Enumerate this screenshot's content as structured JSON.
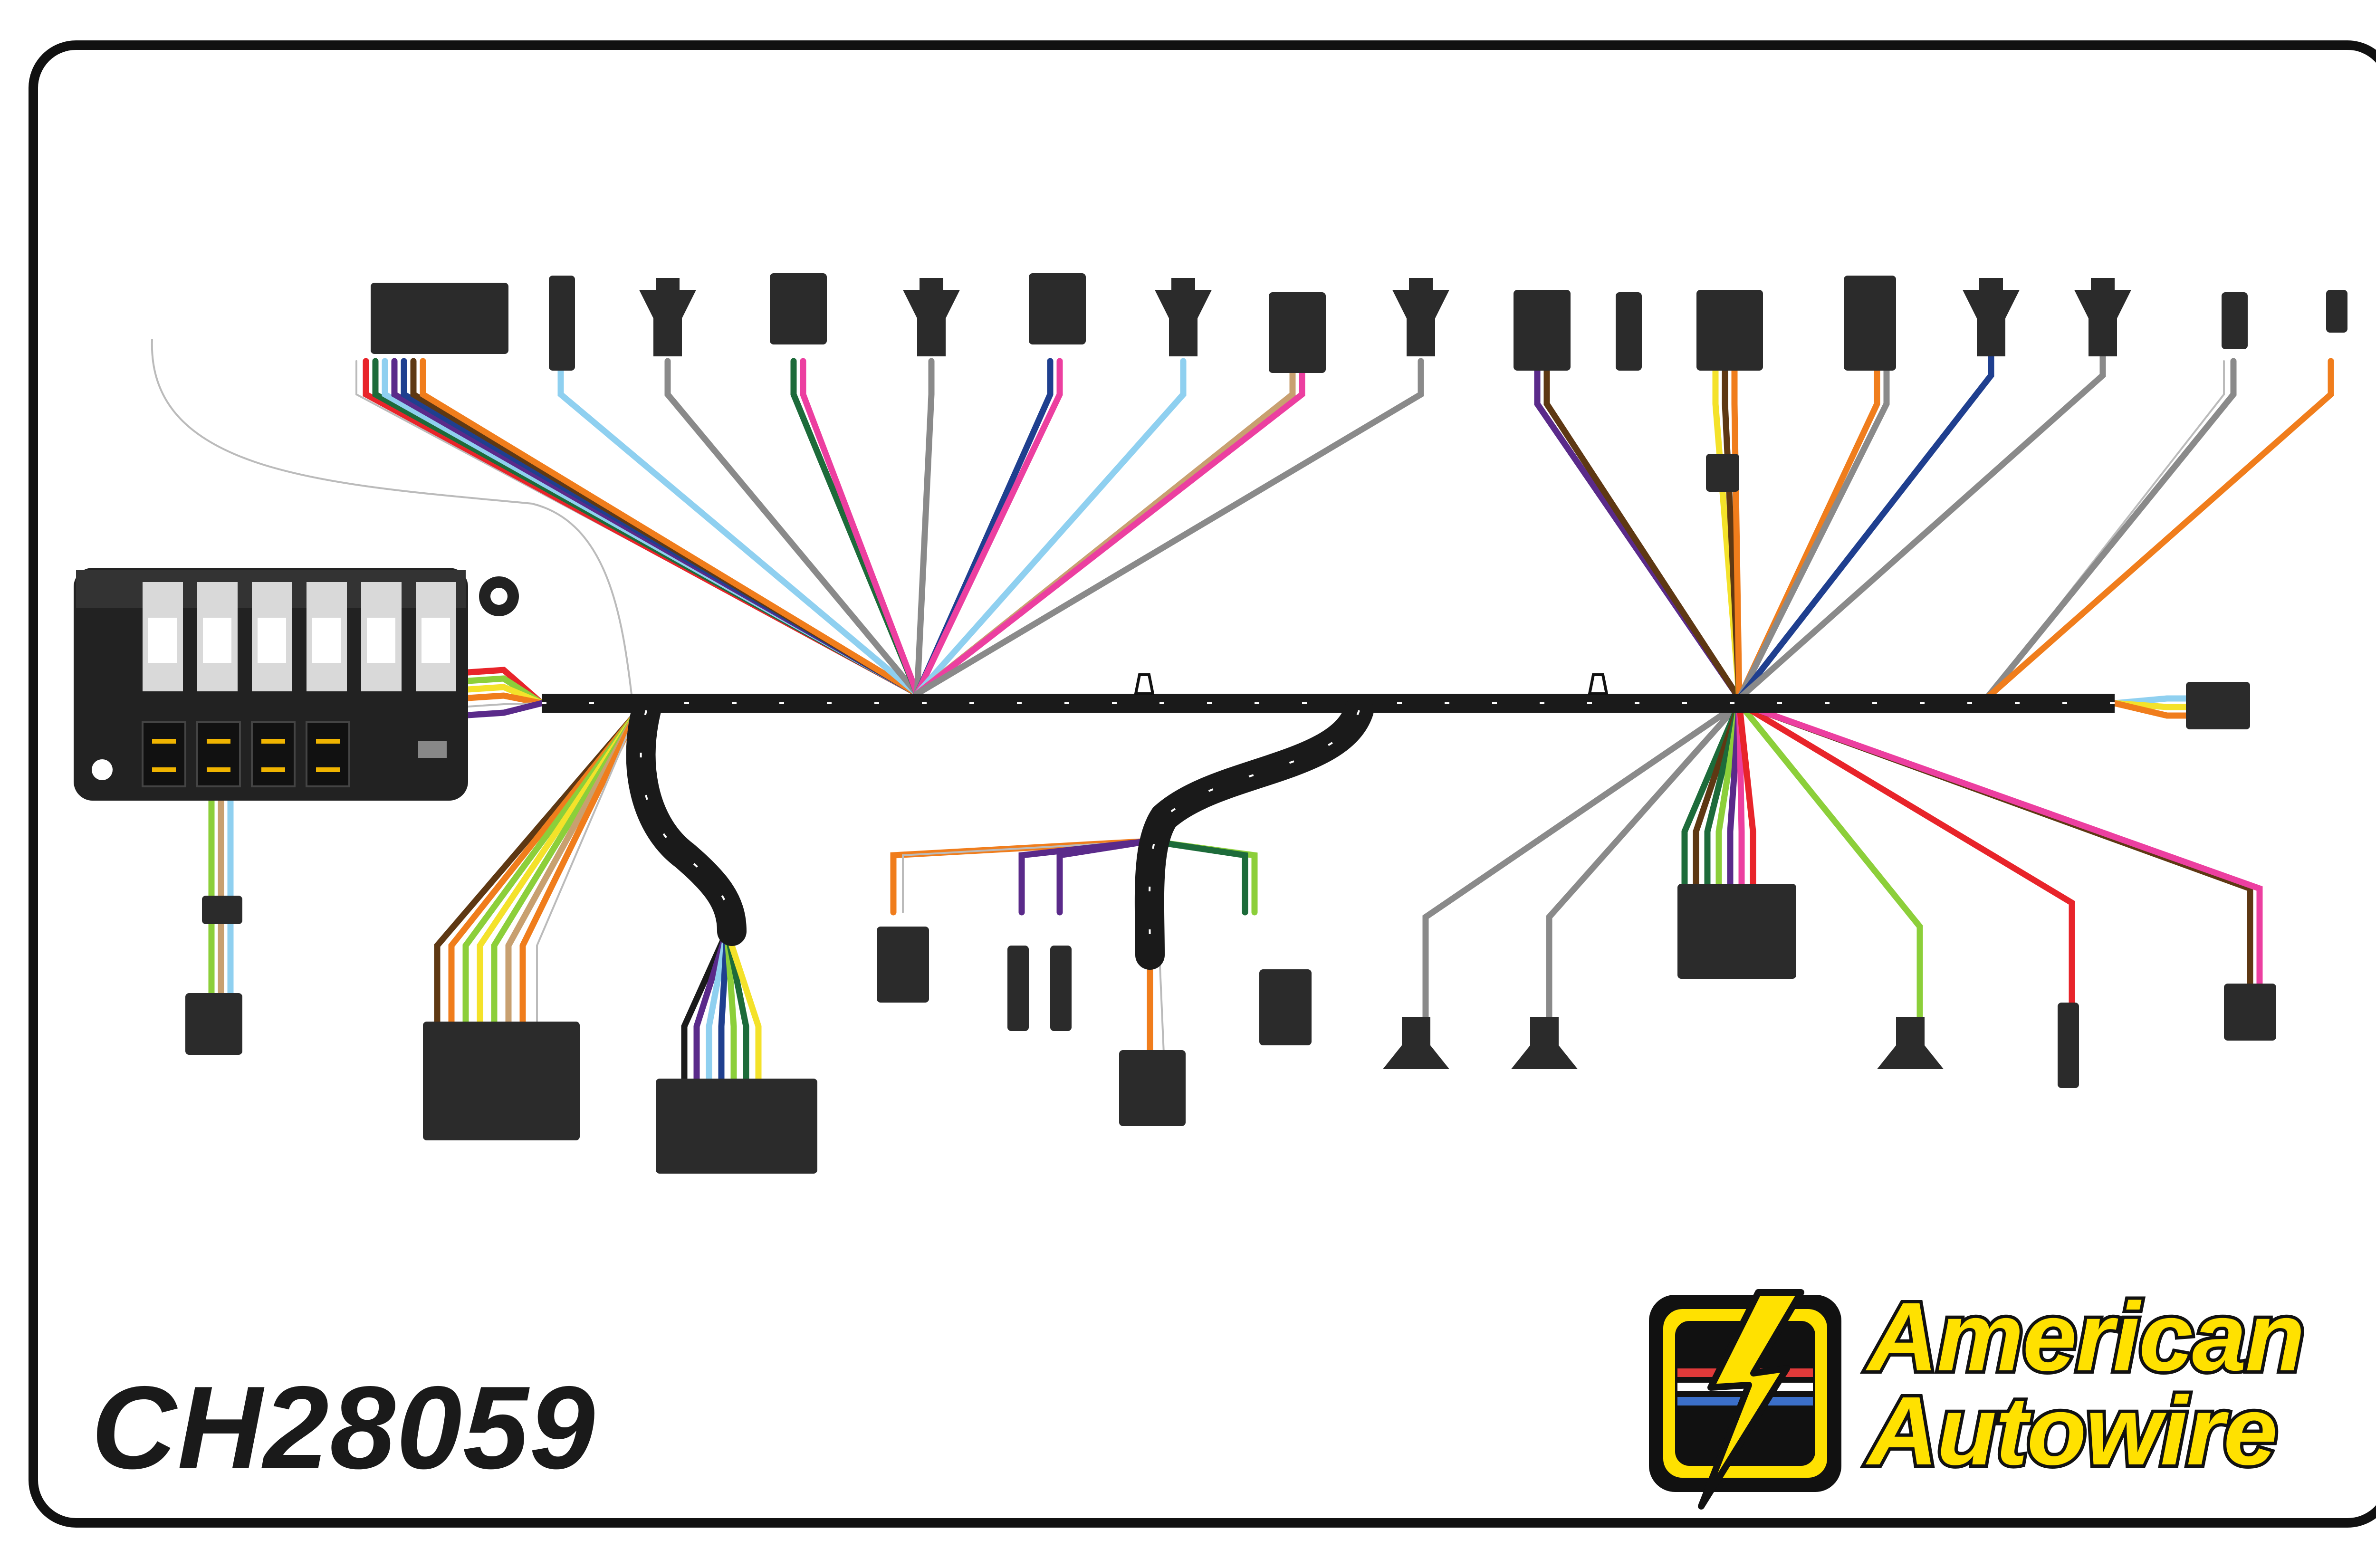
{
  "diagram": {
    "part_number": "CH28059",
    "brand": {
      "line1": "American",
      "line2": "Autowire",
      "primary_color": "#ffe100",
      "outline_color": "#111111",
      "badge_stripes": [
        "#e03a3a",
        "#3b6fc9"
      ]
    },
    "harness_color": "#1a1a1a",
    "connector_color": "#2b2b2b",
    "wire_colors": {
      "white": "#ffffff",
      "red": "#e8242a",
      "light_blue": "#8fd0f0",
      "blue": "#1f3f8f",
      "dark_green": "#1d6b3a",
      "light_green": "#8ccf3a",
      "yellow": "#f4e22a",
      "orange": "#f07d1c",
      "pink": "#ec3fa0",
      "purple": "#5a2a8a",
      "brown": "#5e3813",
      "tan": "#c8a070",
      "gray": "#8a8a8a",
      "black": "#1a1a1a"
    }
  }
}
